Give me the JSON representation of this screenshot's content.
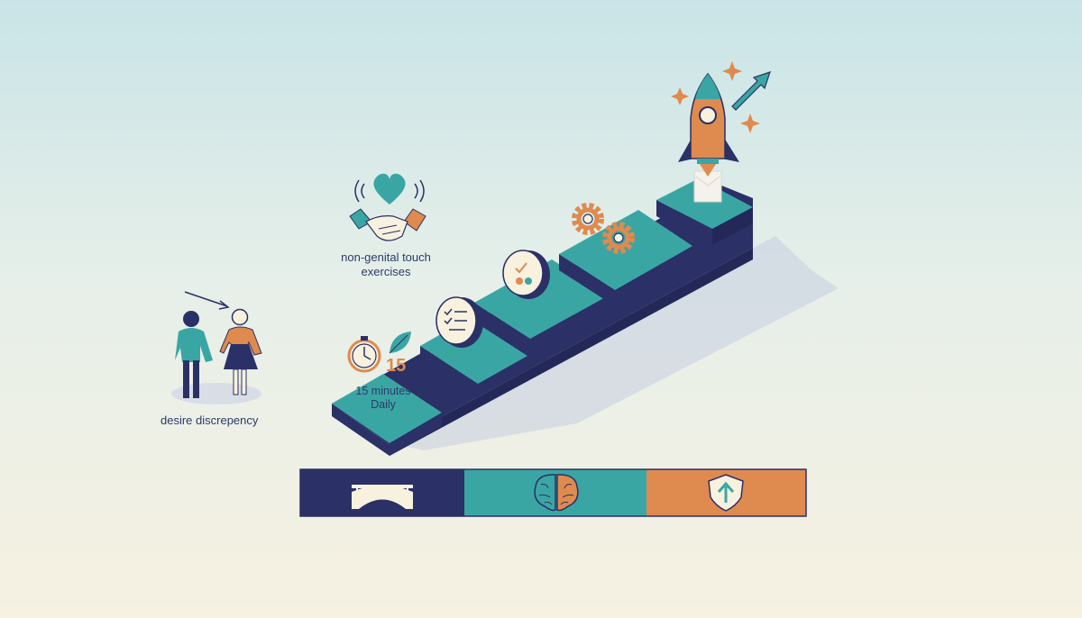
{
  "labels": {
    "desire": "desire discrepency",
    "touch": "non-genital touch exercises",
    "timer_text": "15 minutes Daily",
    "timer_number": "15"
  },
  "colors": {
    "navy": "#2b3066",
    "teal": "#3aa6a4",
    "orange": "#df8a4e",
    "cream": "#f7f1de"
  },
  "icons": {
    "step_icons": [
      "clock-icon",
      "leaf-icon",
      "checklist-icon",
      "toggle-icon",
      "gears-icon",
      "rocket-icon"
    ],
    "band_icons": [
      "bridge-icon",
      "brain-icon",
      "shield-arrow-icon"
    ],
    "touch_icons": [
      "heart-icon",
      "handshake-icon"
    ]
  }
}
